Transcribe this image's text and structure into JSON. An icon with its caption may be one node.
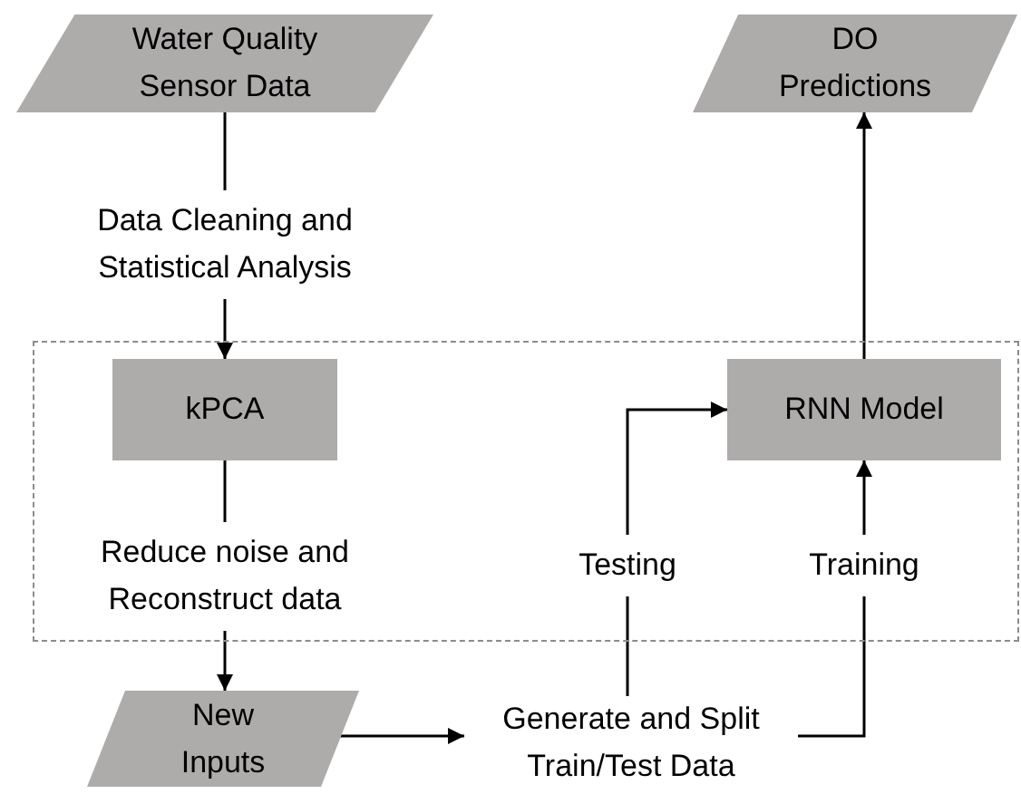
{
  "diagram": {
    "nodes": [
      {
        "text": [
          "Water Quality Sensor Data"
        ]
      },
      {
        "text": [
          "DO Predictions"
        ]
      },
      {
        "text": [],
        "shape": "box"
      },
      {
        "text": [
          "kPCA"
        ],
        "in": 2
      },
      {
        "text": [
          "RNN Model"
        ],
        "in": 2
      },
      {
        "text": [
          "New Inputs"
        ]
      },
      {
        "text": [
          "Generate and Split Train/Test Data"
        ]
      }
    ],
    "edges": [
      {
        "from": 0,
        "to": 3,
        "arrow": "to",
        "label": "Data Cleaning and Statistical Analysis"
      },
      {
        "from": 3,
        "to": 5,
        "arrow": "to",
        "label": "Reduce noise and Reconstruct data"
      },
      {
        "from": 5,
        "to": 6,
        "arrow": "to"
      },
      {
        "from": 6,
        "to": 4,
        "arrow": "to",
        "label": "Testing"
      },
      {
        "from": 6,
        "to": 4,
        "arrow": "to",
        "label": "Training"
      },
      {
        "from": 4,
        "to": 1,
        "arrow": "to"
      }
    ]
  }
}
